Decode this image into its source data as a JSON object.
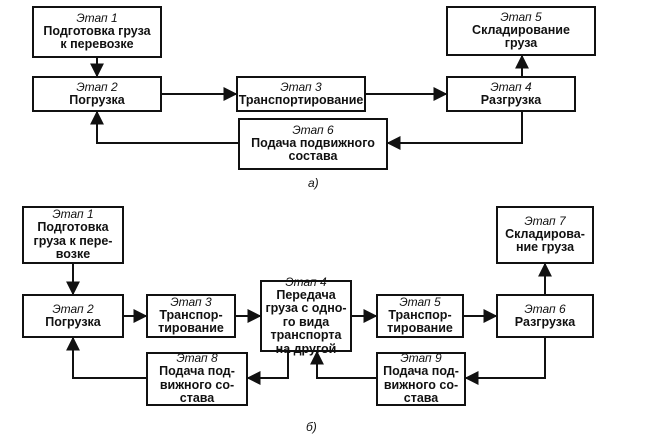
{
  "diagram_a": {
    "caption": "а)",
    "nodes": {
      "a1": {
        "stage": "Этап 1",
        "lines": [
          "Подготовка груза",
          "к перевозке"
        ]
      },
      "a2": {
        "stage": "Этап 2",
        "lines": [
          "Погрузка"
        ]
      },
      "a3": {
        "stage": "Этап 3",
        "lines": [
          "Транспортирование"
        ]
      },
      "a4": {
        "stage": "Этап 4",
        "lines": [
          "Разгрузка"
        ]
      },
      "a5": {
        "stage": "Этап 5",
        "lines": [
          "Складирование",
          "груза"
        ]
      },
      "a6": {
        "stage": "Этап 6",
        "lines": [
          "Подача подвижного",
          "состава"
        ]
      }
    }
  },
  "diagram_b": {
    "caption": "б)",
    "nodes": {
      "b1": {
        "stage": "Этап 1",
        "lines": [
          "Подготовка",
          "груза к пере-",
          "возке"
        ]
      },
      "b2": {
        "stage": "Этап 2",
        "lines": [
          "Погрузка"
        ]
      },
      "b3": {
        "stage": "Этап 3",
        "lines": [
          "Транспор-",
          "тирование"
        ]
      },
      "b4": {
        "stage": "Этап 4",
        "lines": [
          "Передача",
          "груза с одно-",
          "го вида",
          "транспорта",
          "на другой"
        ]
      },
      "b5": {
        "stage": "Этап 5",
        "lines": [
          "Транспор-",
          "тирование"
        ]
      },
      "b6": {
        "stage": "Этап 6",
        "lines": [
          "Разгрузка"
        ]
      },
      "b7": {
        "stage": "Этап 7",
        "lines": [
          "Складирова-",
          "ние груза"
        ]
      },
      "b8": {
        "stage": "Этап 8",
        "lines": [
          "Подача под-",
          "вижного со-",
          "става"
        ]
      },
      "b9": {
        "stage": "Этап 9",
        "lines": [
          "Подача под-",
          "вижного со-",
          "става"
        ]
      }
    }
  }
}
